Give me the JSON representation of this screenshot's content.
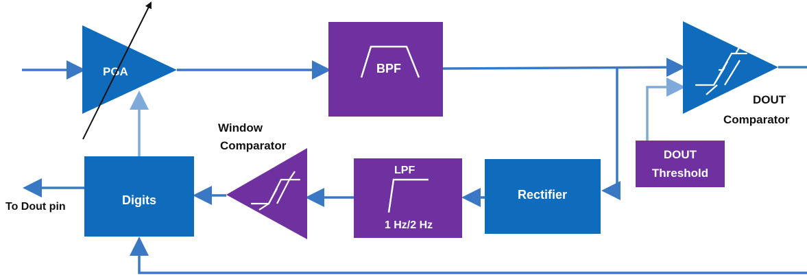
{
  "diagram": {
    "pga": {
      "label": "PGA"
    },
    "bpf": {
      "label": "BPF"
    },
    "dout_comparator": {
      "label_line1": "DOUT",
      "label_line2": "Comparator"
    },
    "dout_threshold": {
      "label_line1": "DOUT",
      "label_line2": "Threshold"
    },
    "rectifier": {
      "label": "Rectifier"
    },
    "lpf": {
      "label": "LPF",
      "freq": "1 Hz/2 Hz"
    },
    "window_comparator": {
      "label_line1": "Window",
      "label_line2": "Comparator"
    },
    "digits": {
      "label": "Digits"
    },
    "output": {
      "label": "To Dout pin"
    }
  },
  "colors": {
    "block_blue": "#0f6cbd",
    "block_purple": "#6f30a0",
    "wire_blue": "#3a78c4"
  }
}
